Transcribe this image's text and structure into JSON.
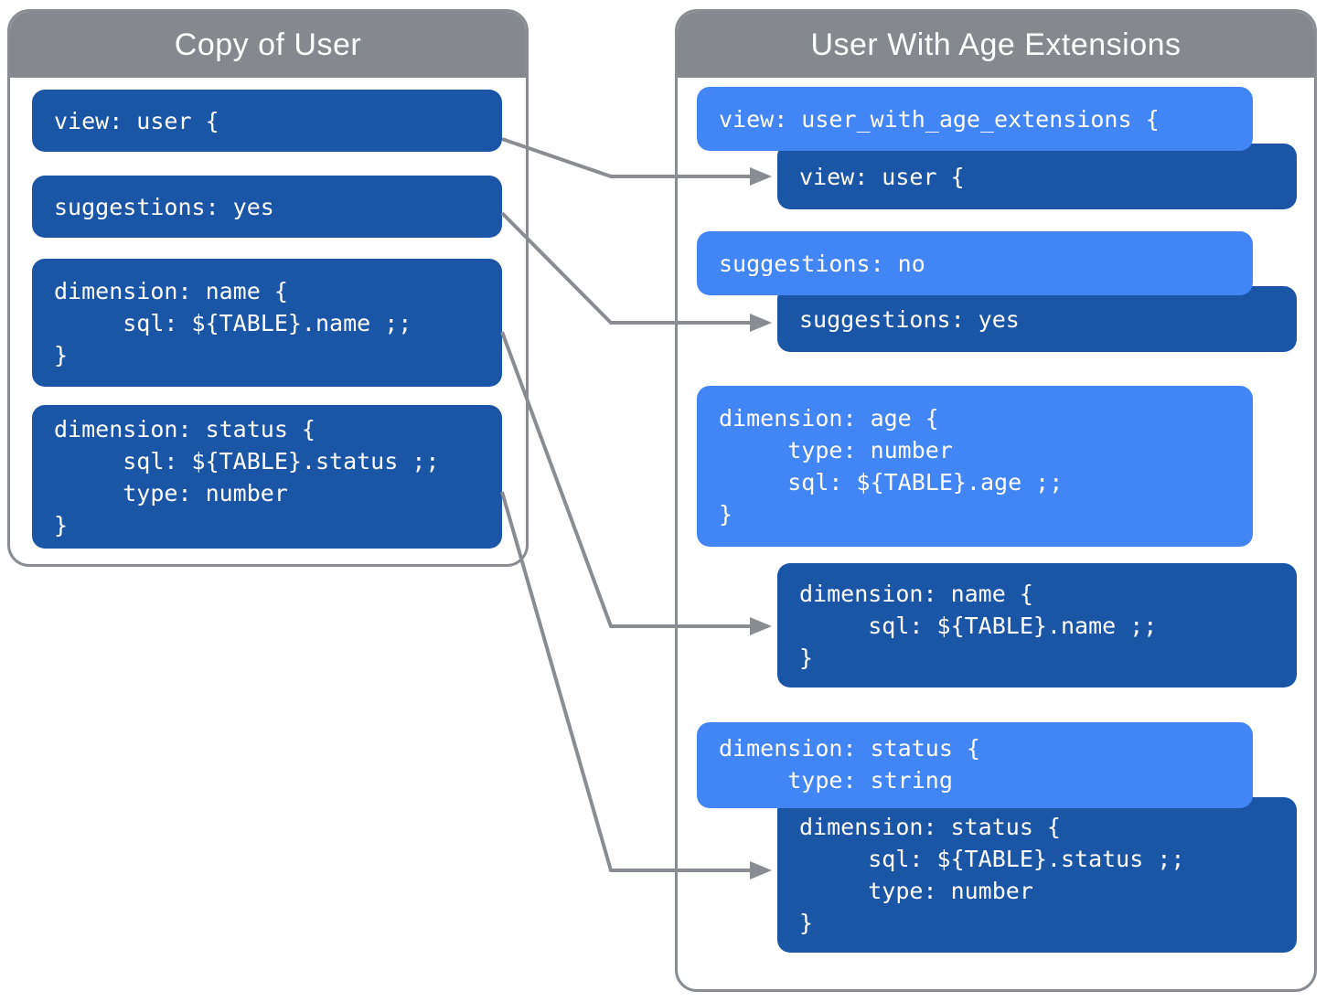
{
  "diagram": {
    "left_panel": {
      "title": "Copy of User",
      "blocks": [
        {
          "name": "view-user",
          "lines": [
            "view: user {"
          ]
        },
        {
          "name": "suggestions-yes",
          "lines": [
            "suggestions: yes"
          ]
        },
        {
          "name": "dimension-name",
          "lines": [
            "dimension: name {",
            "     sql: ${TABLE}.name ;;",
            "}"
          ]
        },
        {
          "name": "dimension-status",
          "lines": [
            "dimension: status {",
            "     sql: ${TABLE}.status ;;",
            "     type: number",
            "}"
          ]
        }
      ]
    },
    "right_panel": {
      "title": "User With Age Extensions",
      "blocks": [
        {
          "name": "view-user-with-age-extensions",
          "kind": "override",
          "lines": [
            "view: user_with_age_extensions {"
          ]
        },
        {
          "name": "inherited-view-user",
          "kind": "inherited",
          "lines": [
            "view: user {"
          ]
        },
        {
          "name": "suggestions-no",
          "kind": "override",
          "lines": [
            "suggestions: no"
          ]
        },
        {
          "name": "inherited-suggestions-yes",
          "kind": "inherited",
          "lines": [
            "suggestions: yes"
          ]
        },
        {
          "name": "dimension-age",
          "kind": "override",
          "lines": [
            "dimension: age {",
            "     type: number",
            "     sql: ${TABLE}.age ;;",
            "}"
          ]
        },
        {
          "name": "inherited-dimension-name",
          "kind": "inherited",
          "lines": [
            "dimension: name {",
            "     sql: ${TABLE}.name ;;",
            "}"
          ]
        },
        {
          "name": "dimension-status-override",
          "kind": "override",
          "lines": [
            "dimension: status {",
            "     type: string"
          ]
        },
        {
          "name": "inherited-dimension-status",
          "kind": "inherited",
          "lines": [
            "dimension: status {",
            "     sql: ${TABLE}.status ;;",
            "     type: number",
            "}"
          ]
        }
      ]
    },
    "arrows": [
      {
        "from": "left.view-user",
        "to": "right.inherited-view-user"
      },
      {
        "from": "left.suggestions-yes",
        "to": "right.inherited-suggestions-yes"
      },
      {
        "from": "left.dimension-name",
        "to": "right.inherited-dimension-name"
      },
      {
        "from": "left.dimension-status",
        "to": "right.inherited-dimension-status"
      }
    ],
    "colors": {
      "inherited_block": "#1b55a5",
      "override_block": "#4285f4",
      "panel_header": "#85888d",
      "panel_border": "#898d92",
      "arrow": "#898d92",
      "text": "#ffffff"
    }
  }
}
